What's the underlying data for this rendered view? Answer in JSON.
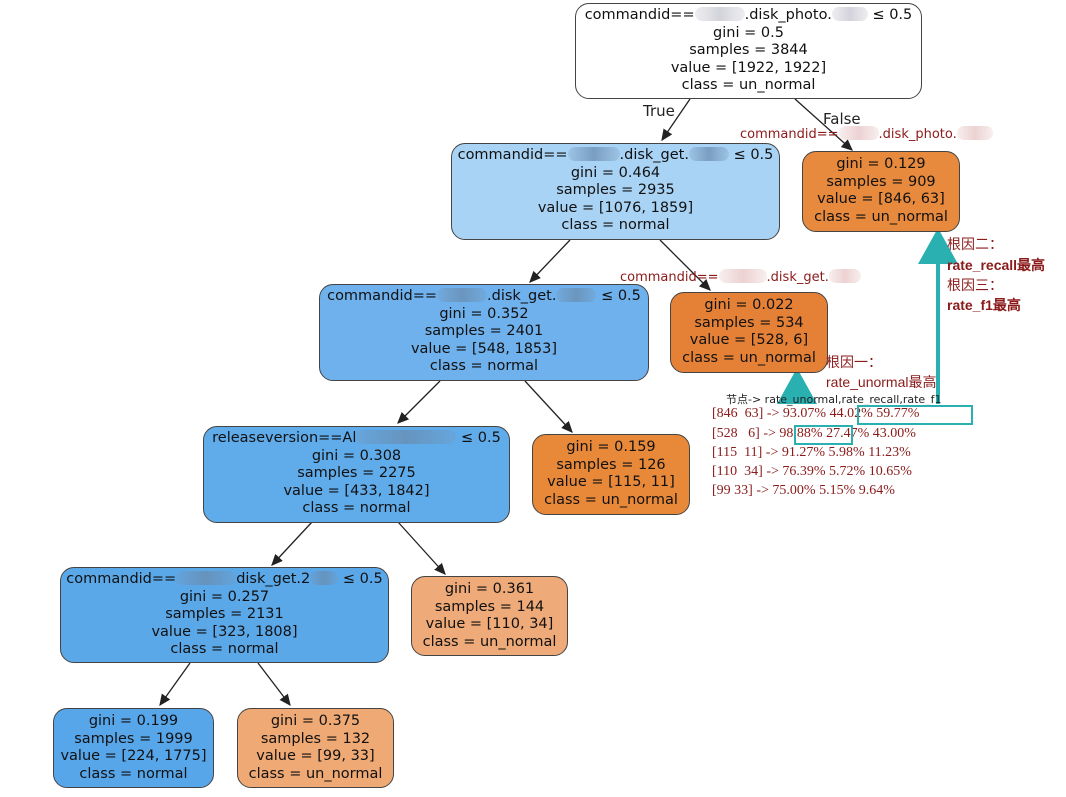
{
  "colors": {
    "white": "#ffffff",
    "normal_light": "#a9d3f5",
    "normal_mid": "#6fb1ec",
    "normal_strong": "#5ca9ea",
    "unnormal_strong": "#e88a3d",
    "unnormal_light": "#eeaa78",
    "annotation_red": "#8b1a1a",
    "highlight_teal": "#2ab0b0"
  },
  "edges": {
    "true_label": "True",
    "false_label": "False"
  },
  "nodes": {
    "root": {
      "split_prefix": "commandid==",
      "split_middle": ".disk_photo.",
      "split_suffix": "≤ 0.5",
      "gini": "gini = 0.5",
      "samples": "samples = 3844",
      "value": "value = [1922, 1922]",
      "class": "class = un_normal"
    },
    "n1": {
      "split_prefix": "commandid==",
      "split_middle": ".disk_get.",
      "split_suffix": "≤ 0.5",
      "gini": "gini = 0.464",
      "samples": "samples = 2935",
      "value": "value = [1076, 1859]",
      "class": "class = normal"
    },
    "n2": {
      "gini": "gini = 0.129",
      "samples": "samples = 909",
      "value": "value = [846, 63]",
      "class": "class = un_normal"
    },
    "n3": {
      "split_prefix": "commandid==",
      "split_middle": ".disk_get.",
      "split_suffix": "≤ 0.5",
      "gini": "gini = 0.352",
      "samples": "samples = 2401",
      "value": "value = [548, 1853]",
      "class": "class = normal"
    },
    "n4": {
      "gini": "gini = 0.022",
      "samples": "samples = 534",
      "value": "value = [528, 6]",
      "class": "class = un_normal"
    },
    "n5": {
      "split_prefix": "releaseversion==Al",
      "split_suffix": "≤ 0.5",
      "gini": "gini = 0.308",
      "samples": "samples = 2275",
      "value": "value = [433, 1842]",
      "class": "class = normal"
    },
    "n6": {
      "gini": "gini = 0.159",
      "samples": "samples = 126",
      "value": "value = [115, 11]",
      "class": "class = un_normal"
    },
    "n7": {
      "split_prefix": "commandid==",
      "split_middle": "disk_get.2",
      "split_suffix": "≤ 0.5",
      "gini": "gini = 0.257",
      "samples": "samples = 2131",
      "value": "value = [323, 1808]",
      "class": "class = normal"
    },
    "n8": {
      "gini": "gini = 0.361",
      "samples": "samples = 144",
      "value": "value = [110, 34]",
      "class": "class = un_normal"
    },
    "n9": {
      "gini": "gini = 0.199",
      "samples": "samples = 1999",
      "value": "value = [224, 1775]",
      "class": "class = normal"
    },
    "n10": {
      "gini": "gini = 0.375",
      "samples": "samples = 132",
      "value": "value = [99, 33]",
      "class": "class = un_normal"
    }
  },
  "annotations": {
    "label_n2_prefix": "commandid==",
    "label_n2_middle": ".disk_photo.",
    "label_n4_prefix": "commandid==",
    "label_n4_middle": ".disk_get.",
    "root_cause_1_title": "根因一：",
    "root_cause_1_metric": "rate_unormal最高",
    "root_cause_2_title": "根因二：",
    "root_cause_2_metric": "rate_recall最高",
    "root_cause_3_title": "根因三：",
    "root_cause_3_metric": "rate_f1最高",
    "table_header": "节点-> rate_unormal,rate_recall,rate_f1",
    "rows": [
      {
        "node": "[846  63]",
        "arrow": "->",
        "rate_unormal": "93.07%",
        "rate_recall": "44.02%",
        "rate_f1": "59.77%"
      },
      {
        "node": "[528   6]",
        "arrow": "->",
        "rate_unormal": "98.88%",
        "rate_recall": "27.47%",
        "rate_f1": "43.00%"
      },
      {
        "node": "[115  11]",
        "arrow": "->",
        "rate_unormal": "91.27%",
        "rate_recall": "5.98%",
        "rate_f1": "11.23%"
      },
      {
        "node": "[110  34]",
        "arrow": "->",
        "rate_unormal": "76.39%",
        "rate_recall": "5.72%",
        "rate_f1": "10.65%"
      },
      {
        "node": "[99 33]",
        "arrow": "->",
        "rate_unormal": "75.00%",
        "rate_recall": "5.15%",
        "rate_f1": "9.64%"
      }
    ]
  }
}
